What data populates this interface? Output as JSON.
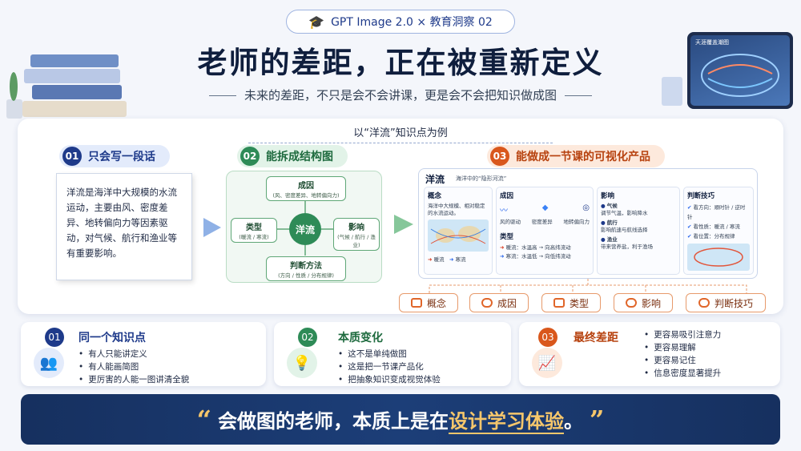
{
  "header": {
    "badge": "GPT Image 2.0 × 教育洞察 02",
    "title": "老师的差距，正在被重新定义",
    "subtitle": "未来的差距，不只是会不会讲课，更是会不会把知识做成图"
  },
  "example_label": "以“洋流”知识点为例",
  "steps": [
    {
      "num": "01",
      "label": "只会写一段话",
      "color": "#1e3a8a",
      "bg": "#e3ebfb"
    },
    {
      "num": "02",
      "label": "能拆成结构图",
      "color": "#2e8b57",
      "bg": "#e2f3e8"
    },
    {
      "num": "03",
      "label": "能做成一节课的可视化产品",
      "color": "#d9571c",
      "bg": "#fde9dc"
    }
  ],
  "paragraph": "洋流是海洋中大规模的水流运动，主要由风、密度差异、地转偏向力等因素驱动，对气候、航行和渔业等有重要影响。",
  "mindmap": {
    "center": "洋流",
    "cause": {
      "title": "成因",
      "detail": "(风、密度差异、地转偏向力)"
    },
    "type": {
      "title": "类型",
      "detail": "(暖流 / 寒流)"
    },
    "effect": {
      "title": "影响",
      "detail": "(气候 / 航行 / 渔业)"
    },
    "method": {
      "title": "判断方法",
      "detail": "(方向 / 性质 / 分布规律)"
    }
  },
  "product": {
    "title": "洋流",
    "subtitle": "海洋中的“隐形河流”",
    "concept": {
      "title": "概念",
      "text": "海洋中大规模、相对稳定的水流运动。",
      "warm": "暖流",
      "cold": "寒流"
    },
    "cause": {
      "title": "成因",
      "items": [
        "风的驱动",
        "密度差异",
        "地转偏向力"
      ]
    },
    "types": {
      "title": "类型",
      "warm": "暖流：水温高 → 向高纬流动",
      "cold": "寒流：水温低 → 向低纬流动"
    },
    "effect": {
      "title": "影响",
      "items": [
        {
          "t": "气候",
          "d": "调节气温，影响降水"
        },
        {
          "t": "航行",
          "d": "影响航速与航线选择"
        },
        {
          "t": "渔业",
          "d": "带来营养盐，利于渔场"
        }
      ]
    },
    "skills": {
      "title": "判断技巧",
      "items": [
        "看方向：顺时针 / 逆时针",
        "看性质：暖流 / 寒流",
        "看位置：分布规律"
      ]
    }
  },
  "tags": [
    "概念",
    "成因",
    "类型",
    "影响",
    "判断技巧"
  ],
  "bottom": [
    {
      "num": "01",
      "title": "同一个知识点",
      "color": "#1e3a8a",
      "items": [
        "有人只能讲定义",
        "有人能画简图",
        "更厉害的人能一图讲清全貌"
      ]
    },
    {
      "num": "02",
      "title": "本质变化",
      "color": "#2e8b57",
      "items": [
        "这不是单纯做图",
        "这是把一节课产品化",
        "把抽象知识变成视觉体验"
      ]
    },
    {
      "num": "03",
      "title": "最终差距",
      "color": "#d9571c",
      "items": [
        "更容易吸引注意力",
        "更容易理解",
        "更容易记住",
        "信息密度显著提升"
      ]
    }
  ],
  "banner": {
    "open": "“",
    "pre": "会做图的老师，本质上是在",
    "highlight": "设计学习体验",
    "post": "。",
    "close": "”"
  },
  "tablet_title": "天涯覆盖潮图"
}
